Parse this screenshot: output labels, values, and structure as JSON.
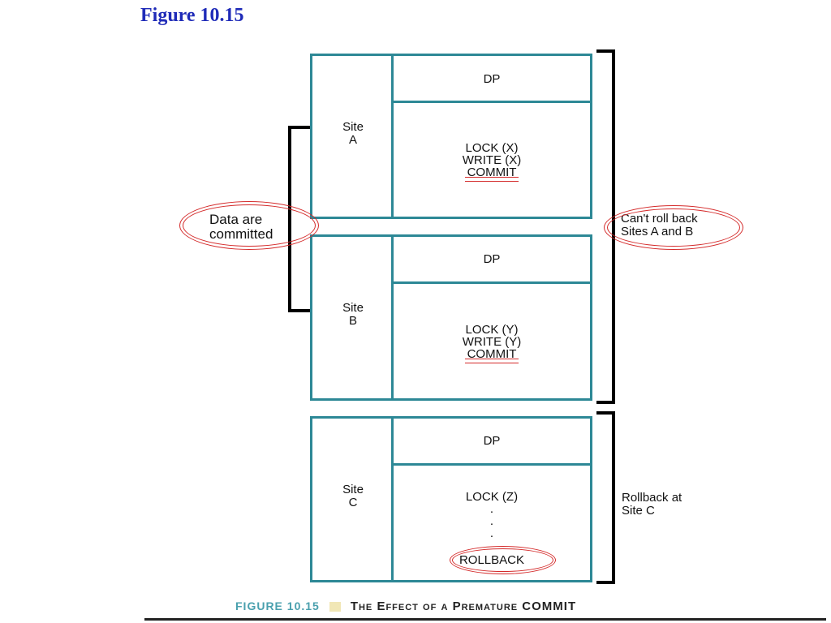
{
  "title": "Figure 10.15",
  "sites": [
    {
      "label_lines": [
        "Site",
        "A"
      ],
      "dp": "DP",
      "operations": [
        "LOCK (X)",
        "WRITE (X)",
        "COMMIT"
      ]
    },
    {
      "label_lines": [
        "Site",
        "B"
      ],
      "dp": "DP",
      "operations": [
        "LOCK (Y)",
        "WRITE (Y)",
        "COMMIT"
      ]
    },
    {
      "label_lines": [
        "Site",
        "C"
      ],
      "dp": "DP",
      "operations": [
        "LOCK (Z)",
        ".",
        ".",
        ".",
        "ROLLBACK"
      ]
    }
  ],
  "annotations": {
    "data_committed": [
      "Data are",
      "committed"
    ],
    "cant_roll_back": [
      "Can't roll back",
      "Sites A and B"
    ],
    "rollback_c": [
      "Rollback at",
      "Site C"
    ]
  },
  "caption": {
    "number": "FIGURE 10.15",
    "text": "The Effect of a Premature COMMIT"
  },
  "colors": {
    "title": "#1f2bb8",
    "box_border": "#2d8896",
    "highlight": "#d42a2a",
    "caption_number": "#4aa0ae"
  }
}
